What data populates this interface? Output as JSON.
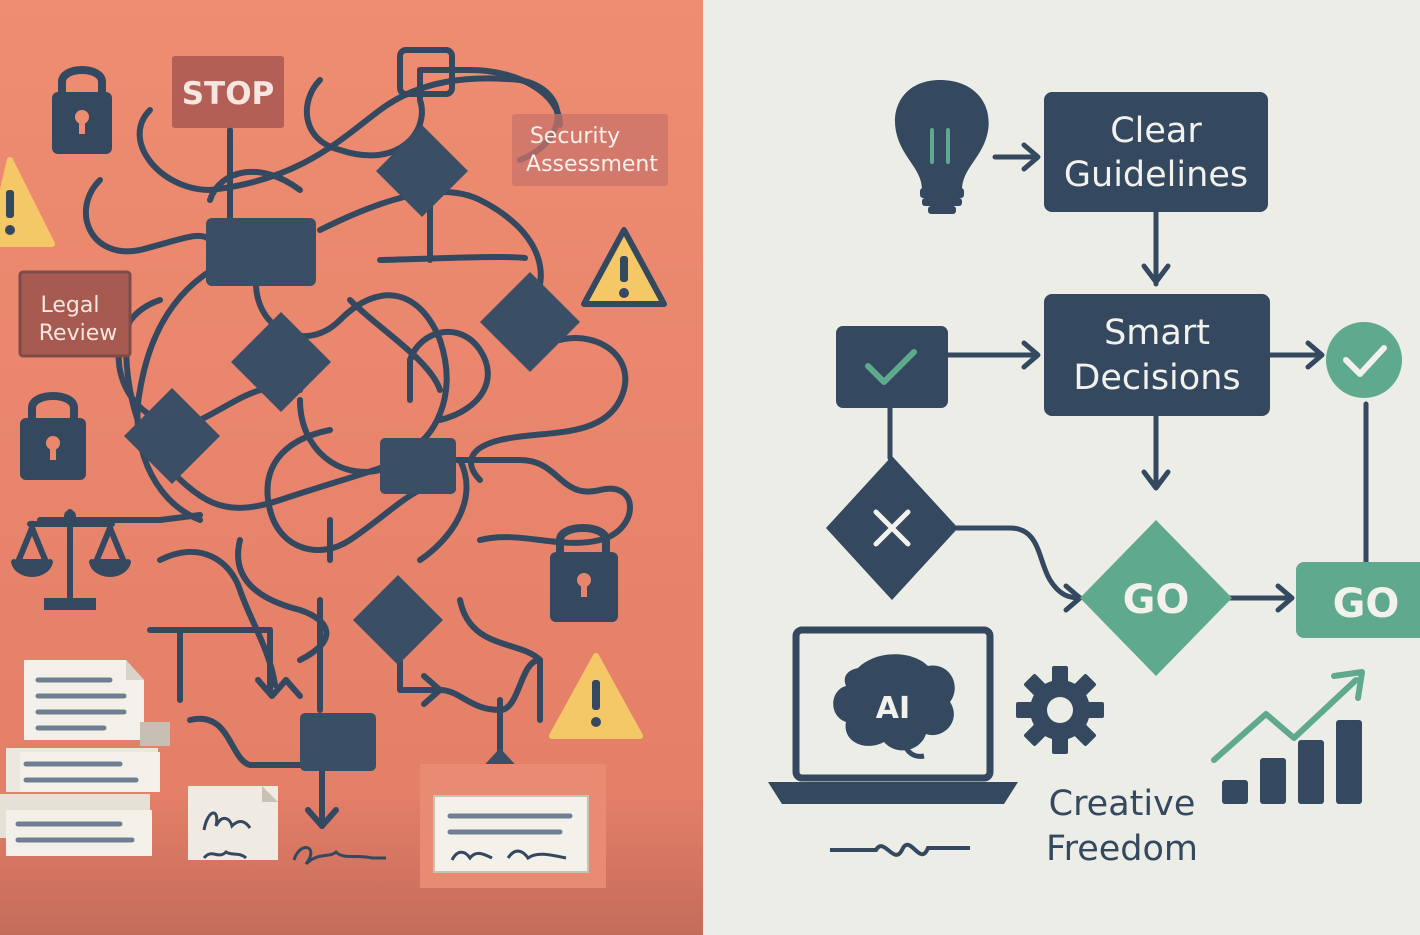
{
  "colors": {
    "left_bg_top": "#EE8D72",
    "left_bg_bottom": "#C8705E",
    "right_bg": "#ECEDE6",
    "navy": "#34495F",
    "teal": "#5FA98F",
    "warning_yellow": "#F5C867",
    "label_red": "#AA5A50",
    "paper": "#F4F1EA"
  },
  "left": {
    "stop_label": "STOP",
    "security_label_line1": "Security",
    "security_label_line2": "Assessment",
    "legal_label_line1": "Legal",
    "legal_label_line2": "Review",
    "icons": [
      "lock-icon",
      "warning-icon",
      "scales-icon",
      "document-stack-icon",
      "signature-icon"
    ]
  },
  "right": {
    "clear_guidelines_line1": "Clear",
    "clear_guidelines_line2": "Guidelines",
    "smart_decisions_line1": "Smart",
    "smart_decisions_line2": "Decisions",
    "go_diamond_label": "GO",
    "go_box_label": "GO",
    "ai_label": "AI",
    "creative_freedom_line1": "Creative",
    "creative_freedom_line2": "Freedom",
    "icons": [
      "lightbulb-icon",
      "check-icon",
      "x-icon",
      "laptop-icon",
      "brain-icon",
      "gear-icon",
      "growth-chart-icon"
    ]
  }
}
